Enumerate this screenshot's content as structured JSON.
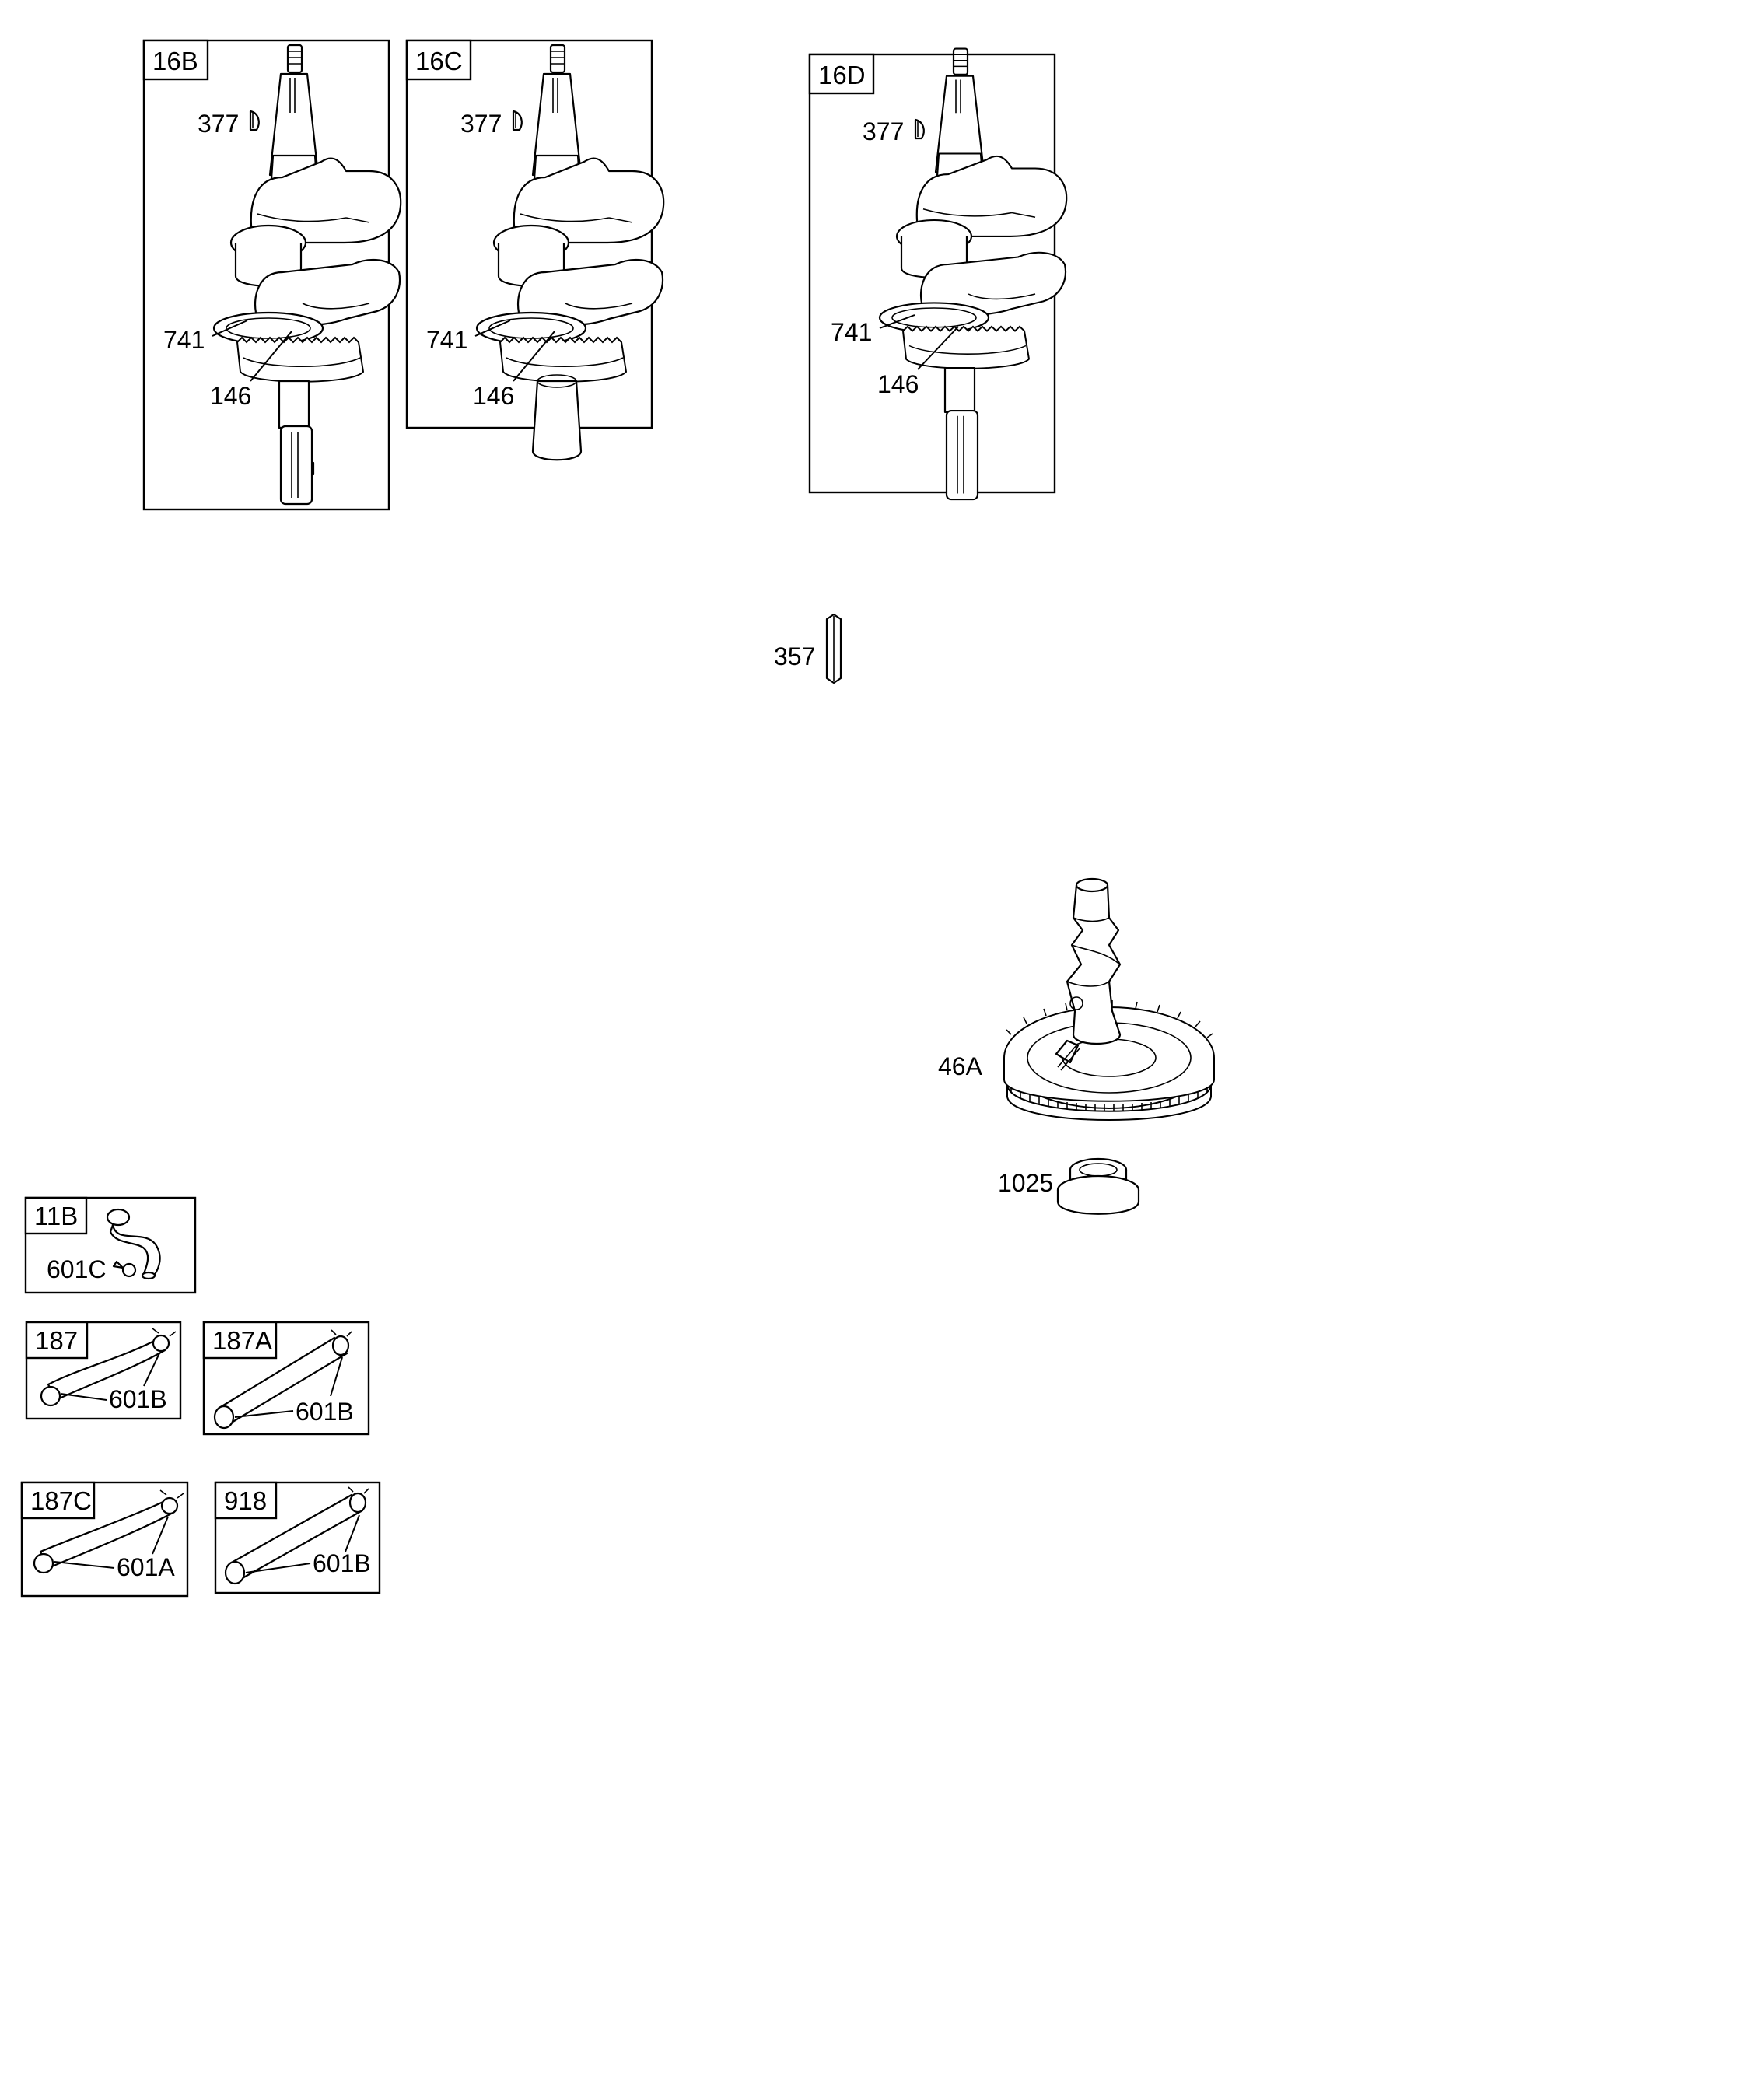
{
  "panels": {
    "p16B": {
      "title": "16B",
      "labels": {
        "key": "377",
        "gear": "741",
        "pin": "146"
      }
    },
    "p16C": {
      "title": "16C",
      "labels": {
        "key": "377",
        "gear": "741",
        "pin": "146"
      }
    },
    "p16D": {
      "title": "16D",
      "labels": {
        "key": "377",
        "gear": "741",
        "pin": "146"
      }
    },
    "p11B": {
      "title": "11B",
      "labels": {
        "clamp": "601C"
      }
    },
    "p187": {
      "title": "187",
      "labels": {
        "clamp": "601B"
      }
    },
    "p187A": {
      "title": "187A",
      "labels": {
        "clamp": "601B"
      }
    },
    "p187C": {
      "title": "187C",
      "labels": {
        "clamp": "601A"
      }
    },
    "p918": {
      "title": "918",
      "labels": {
        "clamp": "601B"
      }
    }
  },
  "loose_parts": {
    "pin_357": "357",
    "camshaft_46A": "46A",
    "bushing_1025": "1025"
  }
}
